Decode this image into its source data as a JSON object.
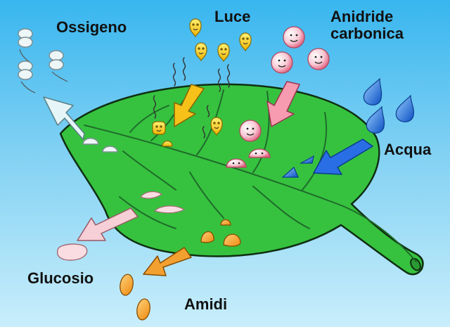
{
  "labels": {
    "ossigeno": "Ossigeno",
    "luce": "Luce",
    "anidride_line1": "Anidride",
    "anidride_line2": "carbonica",
    "acqua": "Acqua",
    "glucosio": "Glucosio",
    "amidi": "Amidi"
  },
  "colors": {
    "leaf": "#36c23f",
    "leaf_vein": "#1f6b2a",
    "oxygen": "#e8f4f6",
    "light": "#f7d51f",
    "co2": "#f7c2d0",
    "water": "#1d6fe0",
    "glucose": "#f7d8dd",
    "starch": "#f4a12a"
  }
}
